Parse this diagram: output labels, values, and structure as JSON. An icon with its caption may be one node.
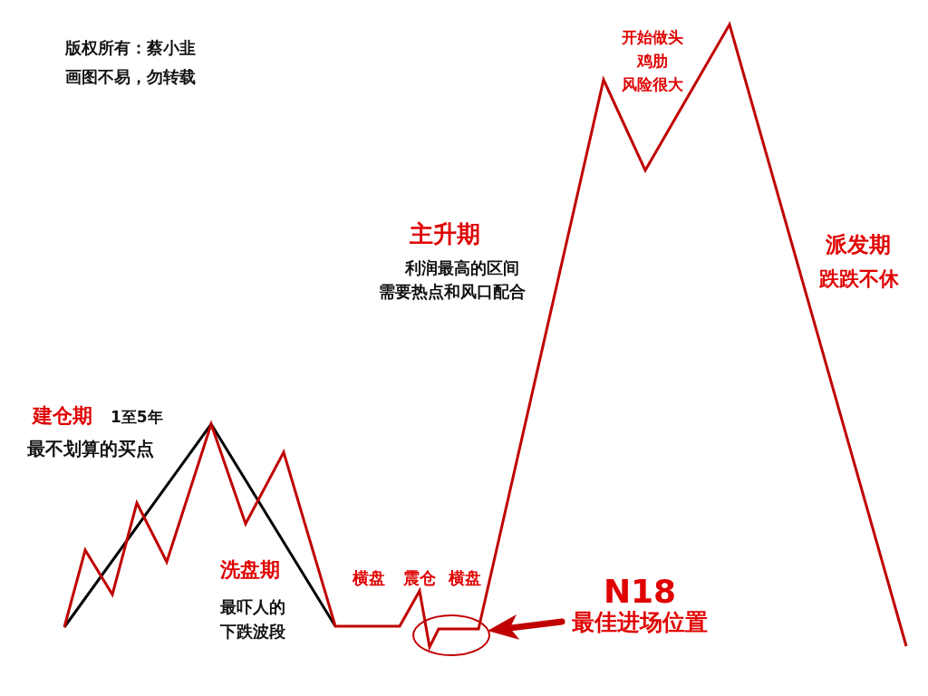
{
  "diagram": {
    "nodes": [
      {
        "text": [
          "N18",
          "最佳进场位置"
        ]
      },
      {
        "text": [],
        "shape": "circle"
      }
    ],
    "edges": [
      {
        "from": 0,
        "to": 1,
        "arrow": "to",
        "color": "#c00000"
      }
    ],
    "labels": [
      "版权所有：蔡小韭",
      "画图不易，勿转载",
      "开始做头",
      "鸡肋",
      "风险很大",
      "主升期",
      "利润最高的区间",
      "需要热点和风口配合",
      "派发期",
      "跌跌不休",
      "建仓期",
      "1至5年",
      "最不划算的买点",
      "洗盘期",
      "最吓人的下跌波段",
      "横盘",
      "震仓",
      "横盘"
    ]
  }
}
